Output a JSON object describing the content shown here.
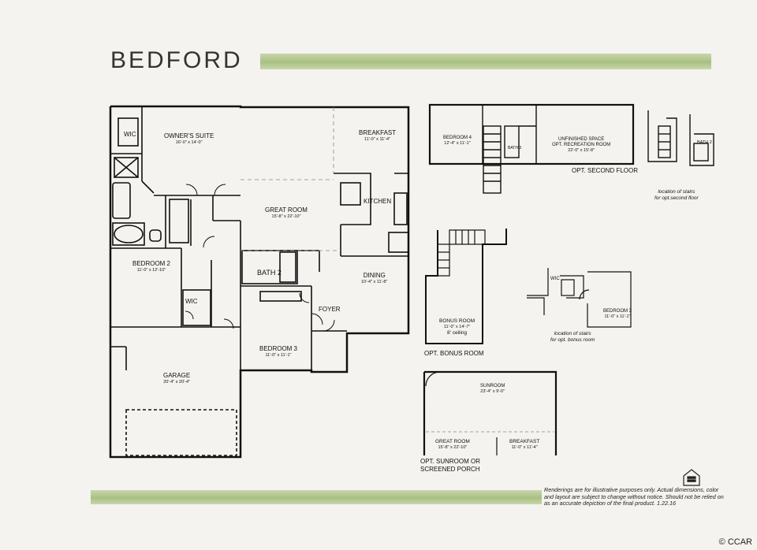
{
  "title": "BEDFORD",
  "rooms": {
    "owners_suite": {
      "name": "OWNER'S SUITE",
      "dim": "16'-0\" x 14'-0\""
    },
    "wic1": {
      "name": "WIC"
    },
    "breakfast": {
      "name": "BREAKFAST",
      "dim": "11'-0\" x 11'-4\""
    },
    "great_room": {
      "name": "GREAT ROOM",
      "dim": "15'-8\" x 22'-10\""
    },
    "kitchen": {
      "name": "KITCHEN"
    },
    "bedroom2": {
      "name": "BEDROOM 2",
      "dim": "11'-0\" x 12'-10\""
    },
    "bath2": {
      "name": "BATH 2"
    },
    "wic2": {
      "name": "WIC"
    },
    "dining": {
      "name": "DINING",
      "dim": "10'-4\" x 11'-8\""
    },
    "foyer": {
      "name": "FOYER"
    },
    "bedroom3": {
      "name": "BEDROOM 3",
      "dim": "11'-0\" x 11'-1\""
    },
    "garage": {
      "name": "GARAGE",
      "dim": "20'-4\" x 20'-4\""
    }
  },
  "second_floor": {
    "bedroom4": {
      "name": "BEDROOM 4",
      "dim": "12'-4\" x 11'-1\""
    },
    "bath3": {
      "name": "BATH 3"
    },
    "unfinished": {
      "name": "UNFINISHED SPACE",
      "sub": "OPT. RECREATION ROOM",
      "dim": "22'-0\" x 15'-8\""
    },
    "caption": "OPT. SECOND FLOOR",
    "stairs_note_1": "location of stairs",
    "stairs_note_2": "for opt.second floor",
    "bath2_small": "BATH 2"
  },
  "bonus": {
    "name": "BONUS ROOM",
    "dim": "11'-0\" x 14'-7\"",
    "ceiling": "8' ceiling",
    "caption": "OPT. BONUS ROOM",
    "wic": "WIC",
    "bedroom3": "BEDROOM 3",
    "bedroom3_dim": "11'-0\" x 11'-1\"",
    "stairs_note_1": "location of stairs",
    "stairs_note_2": "for opt. bonus room"
  },
  "sunroom": {
    "name": "SUNROOM",
    "dim": "23'-4\" x 9'-0\"",
    "great_room": "GREAT ROOM",
    "great_room_dim": "15'-8\" x 22'-10\"",
    "breakfast": "BREAKFAST",
    "breakfast_dim": "11'-0\" x 11'-4\"",
    "caption_1": "OPT. SUNROOM OR",
    "caption_2": "SCREENED PORCH"
  },
  "disclaimer": "Renderings are for illustrative purposes only. Actual dimensions, color and layout are subject to change without notice. Should not be relied on as an accurate depiction of the final product. 1.22.16",
  "footer_mark": "© CCAR",
  "colors": {
    "accent_green": "#a9c081",
    "line": "#111111"
  }
}
